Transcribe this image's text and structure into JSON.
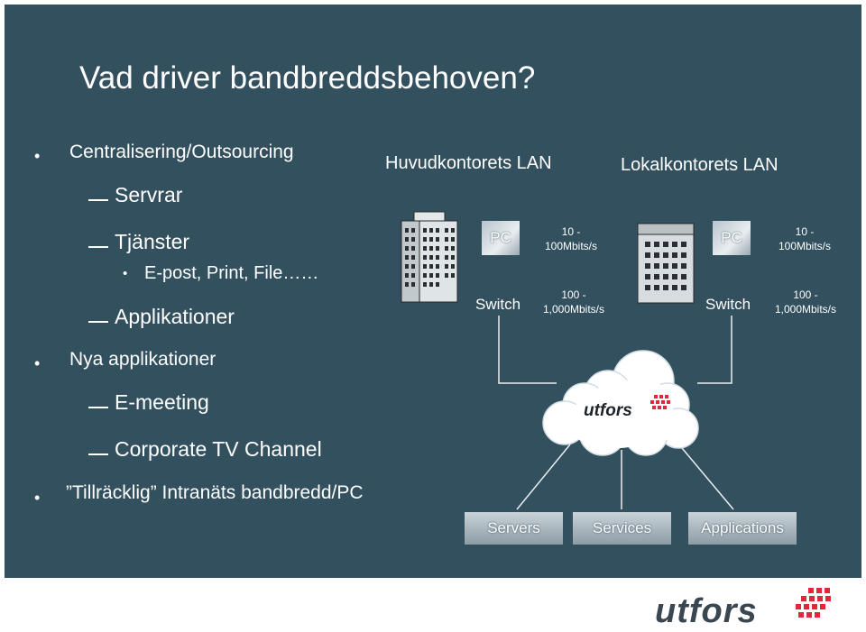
{
  "title": "Vad driver bandbreddsbehoven?",
  "bullets": {
    "centralisering": "Centralisering/Outsourcing",
    "servrar": "Servrar",
    "tjanster": "Tjänster",
    "epost": "E-post, Print, File……",
    "applikationer": "Applikationer",
    "nya": "Nya applikationer",
    "emeeting": "E-meeting",
    "corporate_tv": "Corporate TV Channel",
    "tillracklig": "”Tillräcklig” Intranäts bandbredd/PC"
  },
  "diagram": {
    "hq_label": "Huvudkontorets LAN",
    "branch_label": "Lokalkontorets LAN",
    "pc": "PC",
    "switch": "Switch",
    "pc_speed_line1": "10 -",
    "pc_speed_line2": "100Mbits/s",
    "switch_speed_line1": "100 -",
    "switch_speed_line2": "1,000Mbits/s",
    "cloud_logo": "utfors",
    "servers": "Servers",
    "services": "Services",
    "applications": "Applications"
  },
  "footer_logo": "utfors",
  "colors": {
    "slide_bg": "#33505f",
    "logo_red": "#e0283a",
    "logo_dark": "#3a4650"
  }
}
